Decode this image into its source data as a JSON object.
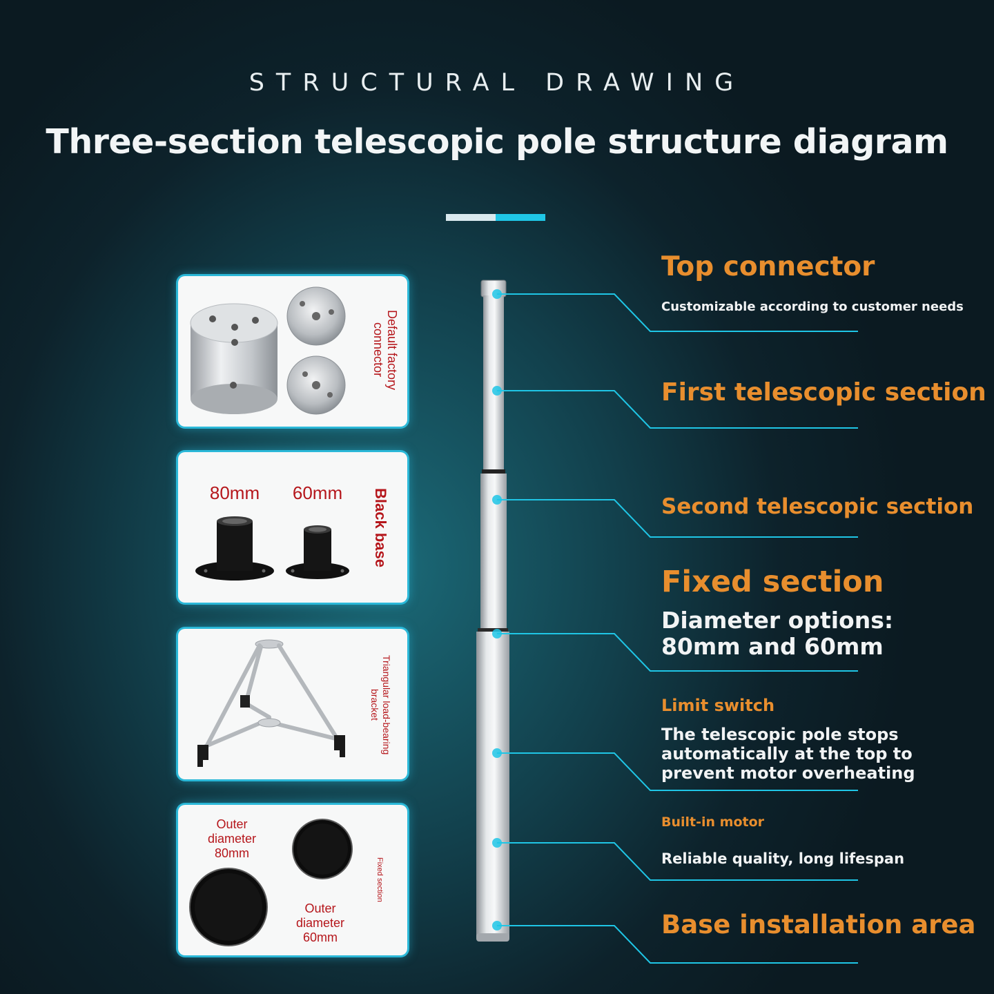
{
  "header": {
    "kicker": "STRUCTURAL DRAWING",
    "title": "Three-section telescopic pole structure diagram"
  },
  "cards": {
    "connector": {
      "label": "Default factory connector"
    },
    "base": {
      "size_a": "80mm",
      "size_b": "60mm",
      "label": "Black base"
    },
    "bracket": {
      "label": "Triangular load-bearing bracket"
    },
    "fixed": {
      "outer_a": "Outer diameter 80mm",
      "outer_b": "Outer diameter 60mm",
      "label": "Fixed section"
    }
  },
  "callouts": [
    {
      "title": "Top connector",
      "desc": "Customizable according to customer needs"
    },
    {
      "title": "First telescopic section",
      "desc": ""
    },
    {
      "title": "Second telescopic section",
      "desc": ""
    },
    {
      "title": "Fixed section",
      "desc": "Diameter options: 80mm and 60mm"
    },
    {
      "title": "Limit switch",
      "desc": "The telescopic pole stops automatically at the top to prevent motor overheating"
    },
    {
      "title": "Built-in motor",
      "desc": "Reliable quality, long lifespan"
    },
    {
      "title": "Base installation area",
      "desc": ""
    }
  ],
  "colors": {
    "accent": "#1fc6e6",
    "title_orange": "#e88e2e",
    "label_red": "#b5161b"
  }
}
